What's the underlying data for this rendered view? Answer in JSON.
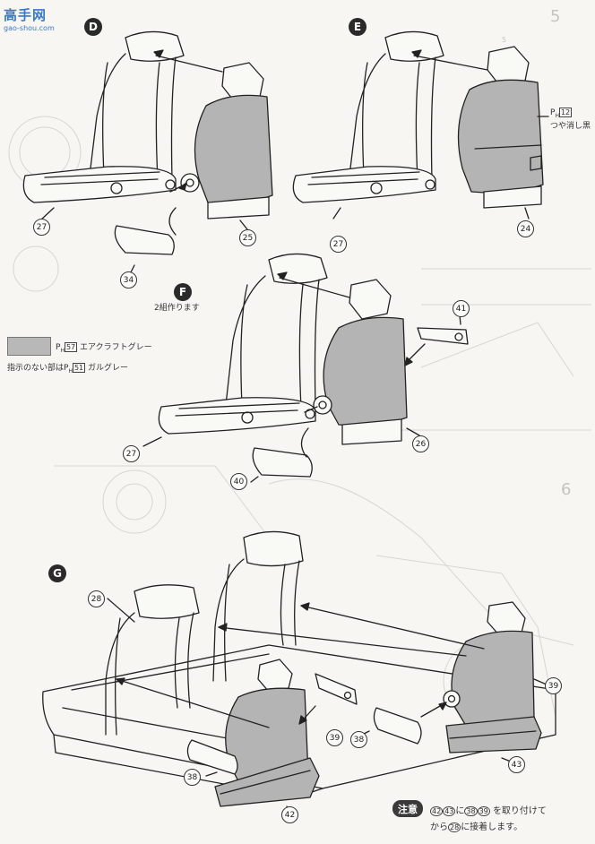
{
  "watermark": {
    "title": "高手网",
    "url": "gao-shou.com"
  },
  "steps": {
    "d": "D",
    "e": "E",
    "f": "F",
    "g": "G",
    "five": "5",
    "six": "6"
  },
  "parts": {
    "d_frame": "27",
    "d_back": "25",
    "d_pad": "34",
    "e_frame": "27",
    "e_back": "24",
    "f_frame": "27",
    "f_back": "26",
    "f_pad": "40",
    "f_bracket": "41",
    "g_frame": "28",
    "g_right_back": "39",
    "g_right_base": "43",
    "g_bracket": "39",
    "g_pad_a": "38",
    "g_pad_b": "38",
    "g_left_base": "42"
  },
  "e_paint": {
    "code": "12",
    "label": "つや消し黒"
  },
  "f_note": "2組作ります",
  "legend": {
    "swatch_code": "57",
    "swatch_label": "エアクラフトグレー",
    "default_prefix": "指示のない部は",
    "default_code": "51",
    "default_label": "ガルグレー"
  },
  "note": {
    "badge": "注意",
    "n42": "42",
    "n43": "43",
    "p1": "に",
    "n38": "38",
    "n39": "39",
    "p2": "を取り付けて",
    "p3": "から",
    "n28": "28",
    "p4": "に接着します。"
  },
  "colors": {
    "seat_fill": "#b4b4b4",
    "line": "#222222",
    "paper": "#f7f6f2",
    "logo": "#3a78c8"
  }
}
